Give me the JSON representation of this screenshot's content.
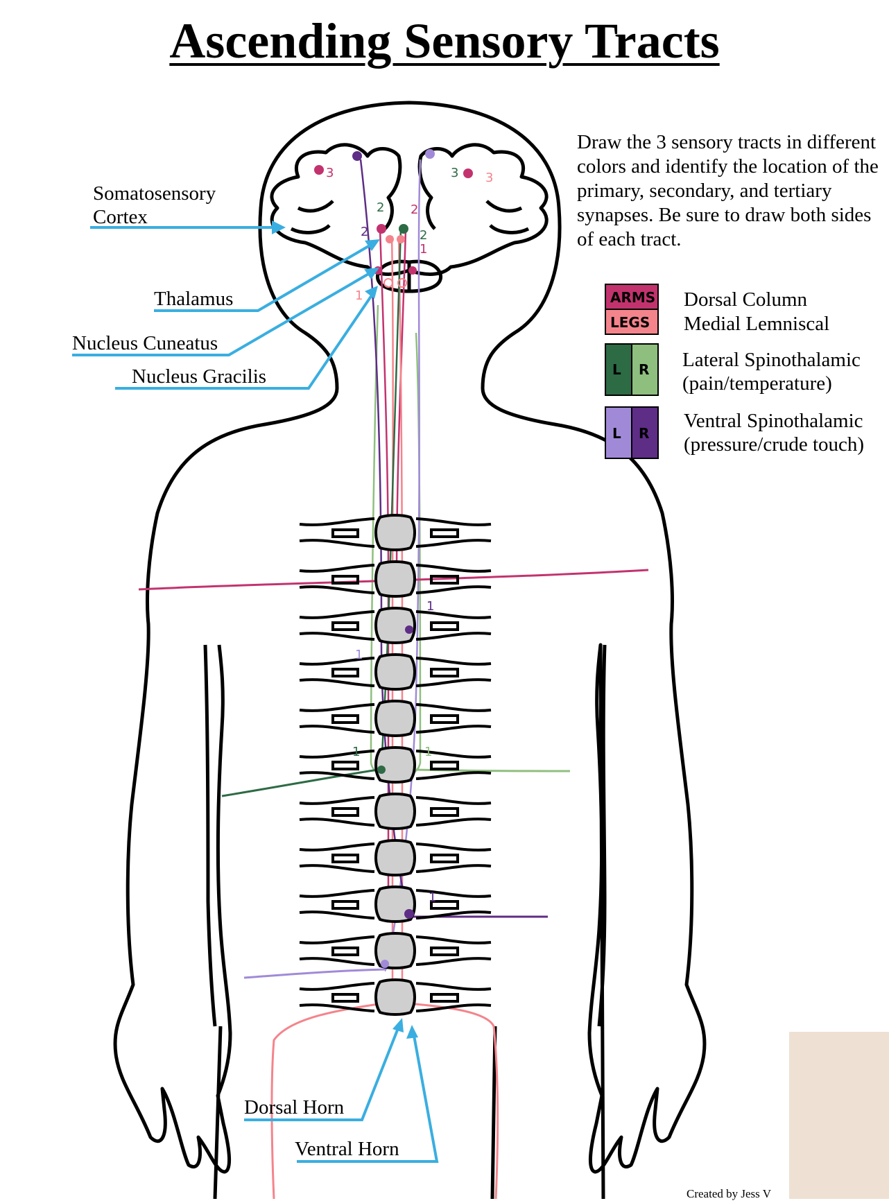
{
  "title": "Ascending Sensory Tracts",
  "instructions": "Draw the 3 sensory tracts in different colors and identify the location of the primary, secondary, and tertiary synapses. Be sure to draw both sides of each tract.",
  "labels": {
    "somatosensory_cortex_line1": "Somatosensory",
    "somatosensory_cortex_line2": "Cortex",
    "thalamus": "Thalamus",
    "nucleus_cuneatus": "Nucleus Cuneatus",
    "nucleus_gracilis": "Nucleus Gracilis",
    "dorsal_horn": "Dorsal Horn",
    "ventral_horn": "Ventral Horn"
  },
  "legend": {
    "dcml": {
      "line1": "Dorsal Column",
      "line2": "Medial Lemniscal",
      "swatch_top": "ARMS",
      "swatch_bottom": "LEGS",
      "color_arms": "#c2336e",
      "color_legs": "#f4848c"
    },
    "lateral": {
      "line1": "Lateral Spinothalamic",
      "line2": "(pain/temperature)",
      "swatch_left": "L",
      "swatch_right": "R",
      "color_left": "#2d6b45",
      "color_right": "#8fbf7f"
    },
    "ventral": {
      "line1": "Ventral Spinothalamic",
      "line2": "(pressure/crude touch)",
      "swatch_left": "L",
      "swatch_right": "R",
      "color_left": "#a08ad8",
      "color_right": "#5e2d86"
    }
  },
  "synapse_numbers": {
    "primary": "1",
    "secondary": "2",
    "tertiary": "3"
  },
  "colors": {
    "pointer_blue": "#3aaee0",
    "outline": "#000000",
    "vertebra_body": "#cfcfcf"
  },
  "footer": "Created by Jess V"
}
